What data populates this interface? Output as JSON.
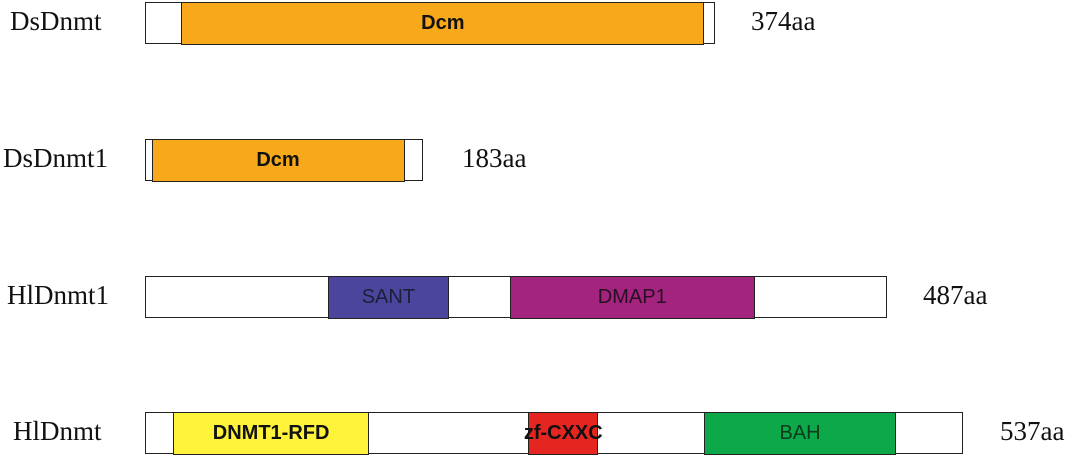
{
  "proteins": [
    {
      "name": "DsDnmt",
      "length_label": "374aa",
      "domains": [
        {
          "label": "Dcm",
          "color": "#F7A91B",
          "text_color": "#111111",
          "bold": true,
          "start": 0.062,
          "end": 0.985
        }
      ]
    },
    {
      "name": "DsDnmt1",
      "length_label": "183aa",
      "domains": [
        {
          "label": "Dcm",
          "color": "#F7A91B",
          "text_color": "#111111",
          "bold": true,
          "start": 0.02,
          "end": 0.94
        }
      ]
    },
    {
      "name": "HlDnmt1",
      "length_label": "487aa",
      "domains": [
        {
          "label": "SANT",
          "color": "#4B459B",
          "text_color": "#1e1e3a",
          "bold": false,
          "start": 0.246,
          "end": 0.41
        },
        {
          "label": "DMAP1",
          "color": "#A2247F",
          "text_color": "#2a0f22",
          "bold": false,
          "start": 0.492,
          "end": 0.824
        }
      ]
    },
    {
      "name": "HlDnmt",
      "length_label": "537aa",
      "domains": [
        {
          "label": "DNMT1-RFD",
          "color": "#FFF23A",
          "text_color": "#111111",
          "bold": true,
          "start": 0.033,
          "end": 0.274
        },
        {
          "label": "zf-CXXC",
          "color": "#E52520",
          "text_color": "#111111",
          "bold": true,
          "start": 0.469,
          "end": 0.555
        },
        {
          "label": "BAH",
          "color": "#0CA84A",
          "text_color": "#0b3a1c",
          "bold": false,
          "start": 0.685,
          "end": 0.92
        }
      ]
    }
  ]
}
